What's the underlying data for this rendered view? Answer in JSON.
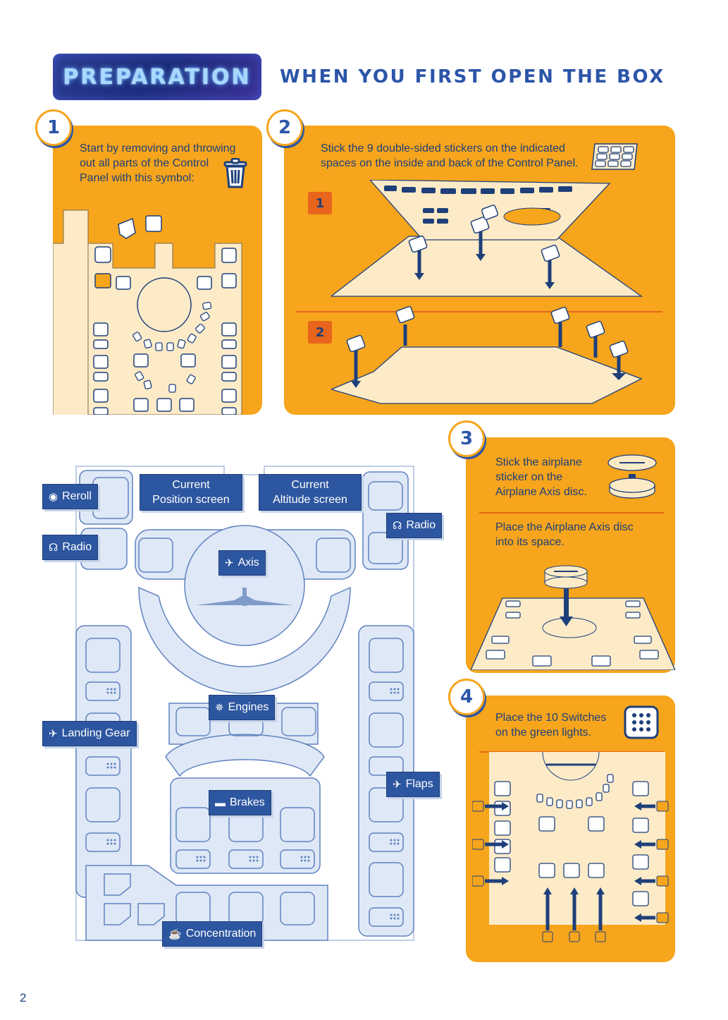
{
  "header": {
    "badge": "PREPARATION",
    "title": "WHEN YOU FIRST OPEN THE BOX"
  },
  "steps": [
    {
      "number": "1",
      "text_lines": [
        "Start by removing and throwing",
        "out all parts of the Control",
        "Panel with this symbol:"
      ],
      "icon": "trash-icon"
    },
    {
      "number": "2",
      "text_lines": [
        "Stick the 9 double-sided stickers on the indicated",
        "spaces on the inside and back of the Control Panel."
      ],
      "substeps": [
        "1",
        "2"
      ],
      "icon": "sticker-sheet-icon"
    },
    {
      "number": "3",
      "text_lines": [
        "Stick the airplane",
        "sticker on the",
        "Airplane Axis disc."
      ],
      "text2_lines": [
        "Place the Airplane Axis disc",
        "into its space."
      ]
    },
    {
      "number": "4",
      "text_lines": [
        "Place the 10 Switches",
        "on the green lights."
      ],
      "icon": "switch-icon"
    }
  ],
  "labels": {
    "reroll": "Reroll",
    "radio_left": "Radio",
    "radio_right": "Radio",
    "current_position": [
      "Current",
      "Position screen"
    ],
    "current_altitude": [
      "Current",
      "Altitude screen"
    ],
    "axis": "Axis",
    "engines": "Engines",
    "landing_gear": "Landing Gear",
    "flaps": "Flaps",
    "brakes": "Brakes",
    "concentration": "Concentration"
  },
  "colors": {
    "orange": "#f6a51c",
    "navy": "#2c55a8",
    "label_blue": "#2d56a0",
    "panel_light": "#dfe8f6"
  },
  "page_number": "2"
}
